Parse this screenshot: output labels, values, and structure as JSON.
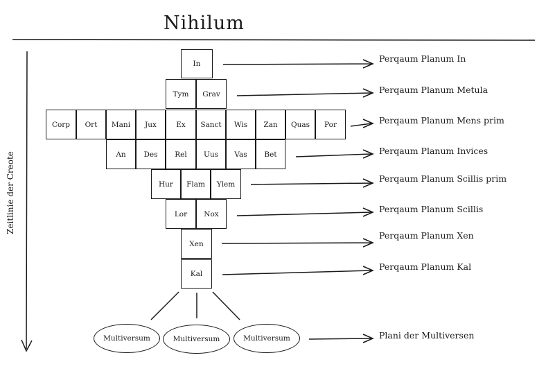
{
  "title": "Nihilum",
  "timeline_label": "Zeitlinie der Creote",
  "rows": [
    {
      "cells": [
        "In"
      ],
      "label": "Perqaum Planum In"
    },
    {
      "cells": [
        "Tym",
        "Grav"
      ],
      "label": "Perqaum Planum Metula"
    },
    {
      "cells": [
        "Corp",
        "Ort",
        "Mani",
        "Jux",
        "Ex",
        "Sanct",
        "Wis",
        "Zan",
        "Quas",
        "Por"
      ],
      "label": "Perqaum Planum Mens prim"
    },
    {
      "cells": [
        "An",
        "Des",
        "Rel",
        "Uus",
        "Vas",
        "Bet"
      ],
      "label": "Perqaum Planum Invices"
    },
    {
      "cells": [
        "Hur",
        "Flam",
        "Ylem"
      ],
      "label": "Perqaum Planum Scillis prim"
    },
    {
      "cells": [
        "Lor",
        "Nox"
      ],
      "label": "Perqaum Planum Scillis"
    },
    {
      "cells": [
        "Xen"
      ],
      "label": "Perqaum Planum Xen"
    },
    {
      "cells": [
        "Kal"
      ],
      "label": "Perqaum Planum Kal"
    }
  ],
  "multiverse": {
    "items": [
      "Multiversum",
      "Multiversum",
      "Multiversum"
    ],
    "label": "Plani der Multiversen"
  }
}
